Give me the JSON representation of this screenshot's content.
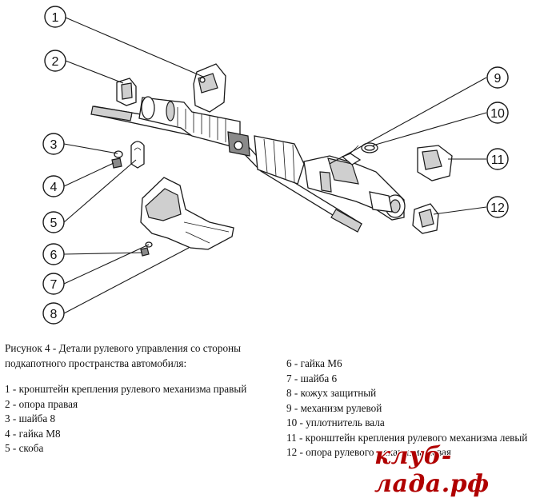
{
  "diagram": {
    "callouts": [
      "1",
      "2",
      "3",
      "4",
      "5",
      "6",
      "7",
      "8",
      "9",
      "10",
      "11",
      "12"
    ]
  },
  "caption": {
    "title": "Рисунок 4 - Детали рулевого управления со стороны подкапотного пространства автомобиля:",
    "left_items": [
      "1 - кронштейн крепления рулевого механизма правый",
      "2 - опора правая",
      "3 - шайба 8",
      "4 - гайка М8",
      "5 - скоба"
    ],
    "right_items": [
      "6 - гайка М6",
      "7 - шайба 6",
      "8 - кожух защитный",
      "9 - механизм рулевой",
      "10 - уплотнитель вала",
      "11 - кронштейн крепления рулевого механизма левый",
      "12 - опора рулевого механизма левая"
    ]
  },
  "watermark": "клуб-лада.рф"
}
